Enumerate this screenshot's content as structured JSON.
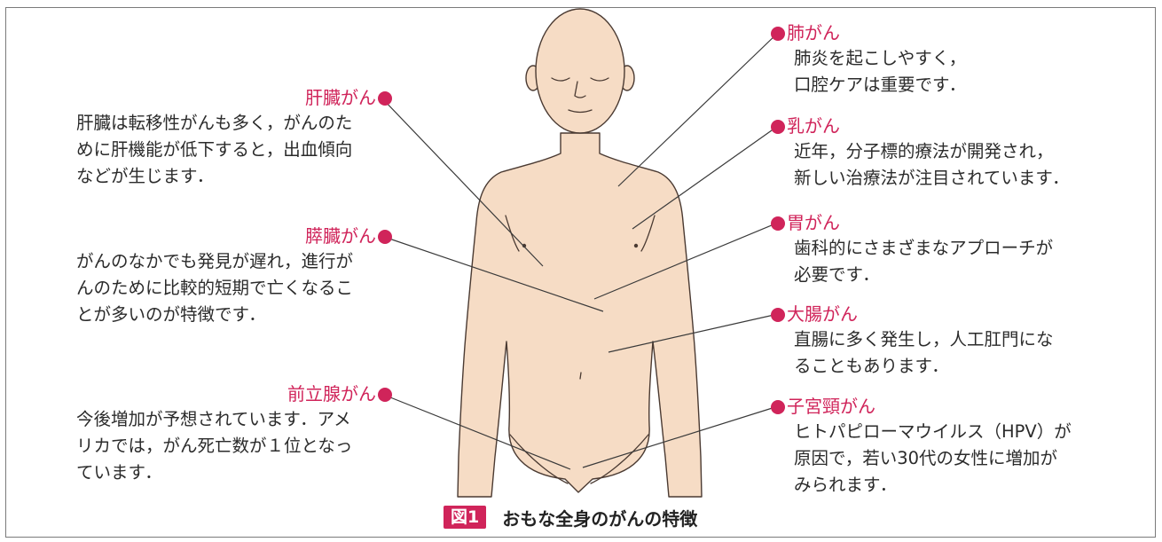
{
  "colors": {
    "accent": "#d0245a",
    "skin": "#f6dcc5",
    "outline": "#4a3a32"
  },
  "figure": {
    "badge": "図1",
    "title": "おもな全身のがんの特徴"
  },
  "cancers": [
    {
      "id": "liver",
      "side": "left",
      "title": "肝臓がん",
      "desc": "肝臓は転移性がんも多く，がんのた\nめに肝機能が低下すると，出血傾向\nなどが生じます．"
    },
    {
      "id": "pancreas",
      "side": "left",
      "title": "膵臓がん",
      "desc": "がんのなかでも発見が遅れ，進行が\nんのために比較的短期で亡くなるこ\nとが多いのが特徴です．"
    },
    {
      "id": "prostate",
      "side": "left",
      "title": "前立腺がん",
      "desc": "今後増加が予想されています．アメ\nリカでは，がん死亡数が１位となっ\nています．"
    },
    {
      "id": "lung",
      "side": "right",
      "title": "肺がん",
      "desc": "肺炎を起こしやすく，\n口腔ケアは重要です．"
    },
    {
      "id": "breast",
      "side": "right",
      "title": "乳がん",
      "desc": "近年，分子標的療法が開発され，\n新しい治療法が注目されています．"
    },
    {
      "id": "stomach",
      "side": "right",
      "title": "胃がん",
      "desc": "歯科的にさまざまなアプローチが\n必要です．"
    },
    {
      "id": "colon",
      "side": "right",
      "title": "大腸がん",
      "desc": "直腸に多く発生し，人工肛門にな\nることもあります．"
    },
    {
      "id": "cervix",
      "side": "right",
      "title": "子宮頸がん",
      "desc": "ヒトパピローマウイルス（HPV）が\n原因で，若い30代の女性に増加が\nみられます．"
    }
  ]
}
